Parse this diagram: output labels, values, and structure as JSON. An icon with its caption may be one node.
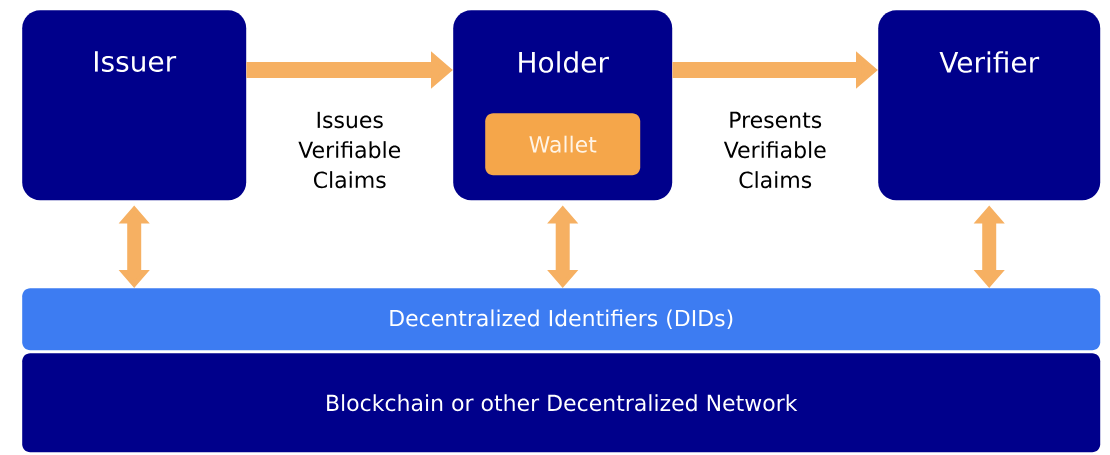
{
  "diagram": {
    "nodes": [
      {
        "text": [
          "Issuer"
        ]
      },
      {
        "text": [
          "Holder"
        ]
      },
      {
        "text": [
          "Wallet"
        ],
        "in": 1
      },
      {
        "text": [
          "Verifier"
        ]
      },
      {
        "text": [
          "Decentralized Identifiers (DIDs)"
        ]
      },
      {
        "text": [
          "Blockchain or other Decentralized Network"
        ]
      }
    ],
    "edges": [
      {
        "from": 0,
        "to": 1,
        "arrow": "to",
        "label": "Issues Verifiable Claims"
      },
      {
        "from": 1,
        "to": 3,
        "arrow": "to",
        "label": "Presents Verifiable Claims"
      },
      {
        "from": 0,
        "to": 4,
        "arrow": "both"
      },
      {
        "from": 1,
        "to": 4,
        "arrow": "both"
      },
      {
        "from": 3,
        "to": 4,
        "arrow": "both"
      }
    ]
  }
}
